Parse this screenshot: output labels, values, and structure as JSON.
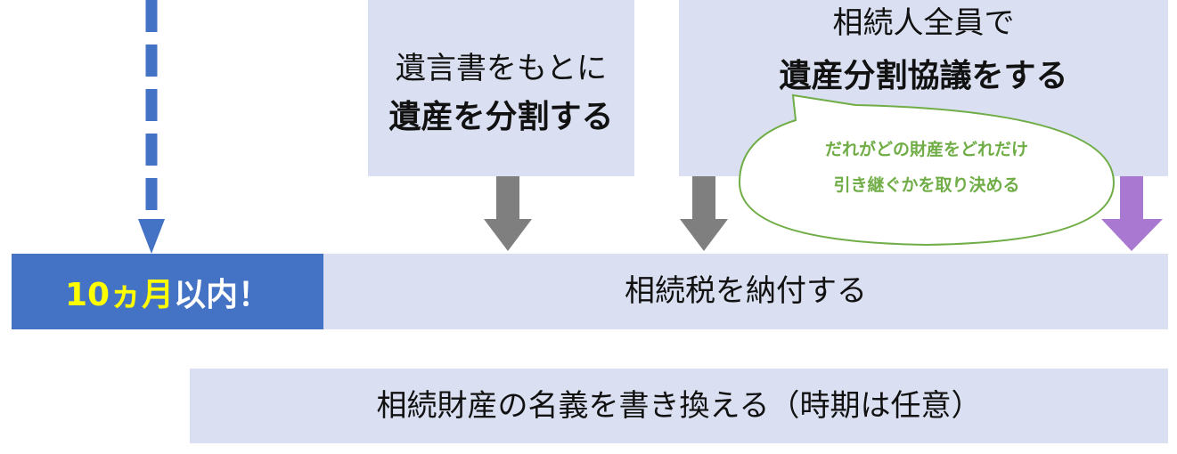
{
  "steps": {
    "will": {
      "line1": "遺言書をもとに",
      "line2": "遺産を分割する"
    },
    "agreement": {
      "line1": "相続人全員で",
      "line2": "遺産分割協議をする"
    },
    "agreement_note": {
      "line1": "だれがどの財産をどれだけ",
      "line2": "引き継ぐかを取り決める"
    },
    "deadline": {
      "highlight": "10ヵ月",
      "rest": "以内！"
    },
    "tax_payment": "相続税を納付する",
    "title_change": "相続財産の名義を書き換える（時期は任意）"
  },
  "colors": {
    "box": "#dae0f1",
    "deadline_bg": "#4472c4",
    "deadline_highlight": "#ffff00",
    "gray_arrow": "#7f7f7f",
    "purple_arrow": "#a979d1",
    "note_green": "#70ad47"
  }
}
